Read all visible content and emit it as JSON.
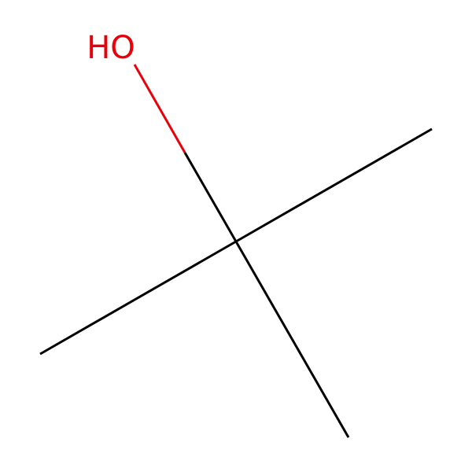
{
  "molecule": {
    "atoms": [
      {
        "id": "o1",
        "element": "O",
        "label": "HO",
        "color": "#e8000b"
      },
      {
        "id": "c_central",
        "element": "C",
        "label": ""
      },
      {
        "id": "c_methyl_right",
        "element": "C",
        "label": ""
      },
      {
        "id": "c_methyl_left",
        "element": "C",
        "label": ""
      },
      {
        "id": "c_methyl_bottom",
        "element": "C",
        "label": ""
      }
    ],
    "bonds": [
      {
        "from": "c_central",
        "to": "o1",
        "order": 1
      },
      {
        "from": "c_central",
        "to": "c_methyl_right",
        "order": 1
      },
      {
        "from": "c_central",
        "to": "c_methyl_left",
        "order": 1
      },
      {
        "from": "c_central",
        "to": "c_methyl_bottom",
        "order": 1
      }
    ],
    "bond_color": "#000000",
    "heteroatom_color": "#e8000b"
  }
}
